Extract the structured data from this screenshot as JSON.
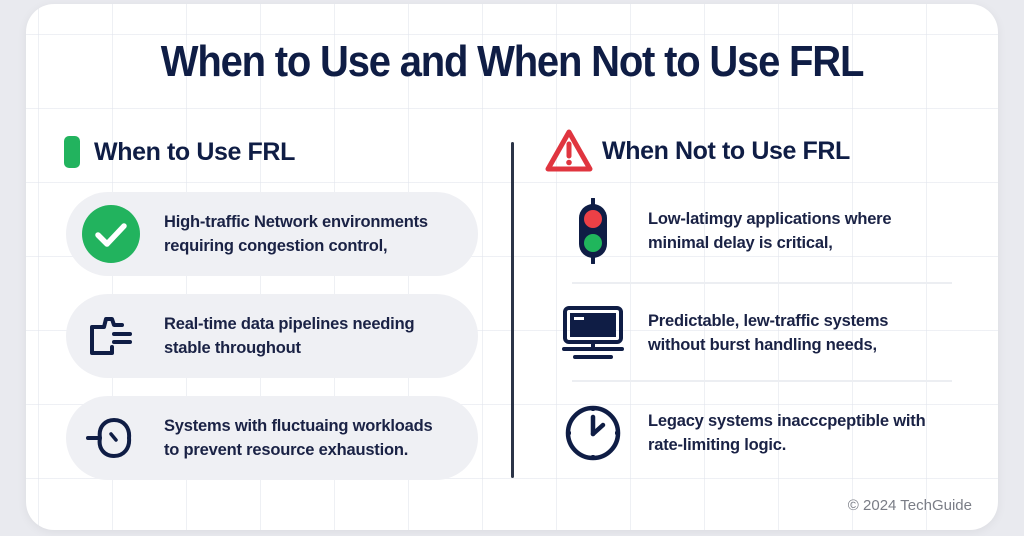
{
  "title": "When to Use and When Not to Use FRL",
  "colors": {
    "heading": "#0f1d45",
    "accent_green": "#22b35e",
    "warning_red": "#e0353f",
    "item_background": "#eff0f4",
    "icon_navy": "#0f1d45"
  },
  "when_to_use": {
    "heading": "When to Use FRL",
    "heading_icon": "green-pill-marker",
    "items": [
      {
        "icon": "check-circle-icon",
        "line1": "High-traffic Network environments",
        "line2": "requiring congestion control,"
      },
      {
        "icon": "pipeline-hand-icon",
        "line1": "Real-time data pipelines needing",
        "line2": "stable throughout"
      },
      {
        "icon": "stopwatch-icon",
        "line1": "Systems with fluctuaing workloads",
        "line2": "to prevent resource exhaustion."
      }
    ]
  },
  "when_not_to_use": {
    "heading": "When Not to Use FRL",
    "heading_icon": "warning-triangle-icon",
    "items": [
      {
        "icon": "traffic-light-icon",
        "line1": "Low-latimgy applications where",
        "line2": "minimal delay is critical,"
      },
      {
        "icon": "monitor-icon",
        "line1": "Predictable, lew-traffic systems",
        "line2": "without burst handling needs,"
      },
      {
        "icon": "clock-icon",
        "line1": "Legacy systems inacccpeptible with",
        "line2": "rate-limiting logic."
      }
    ]
  },
  "footer": "© 2024 TechGuide"
}
